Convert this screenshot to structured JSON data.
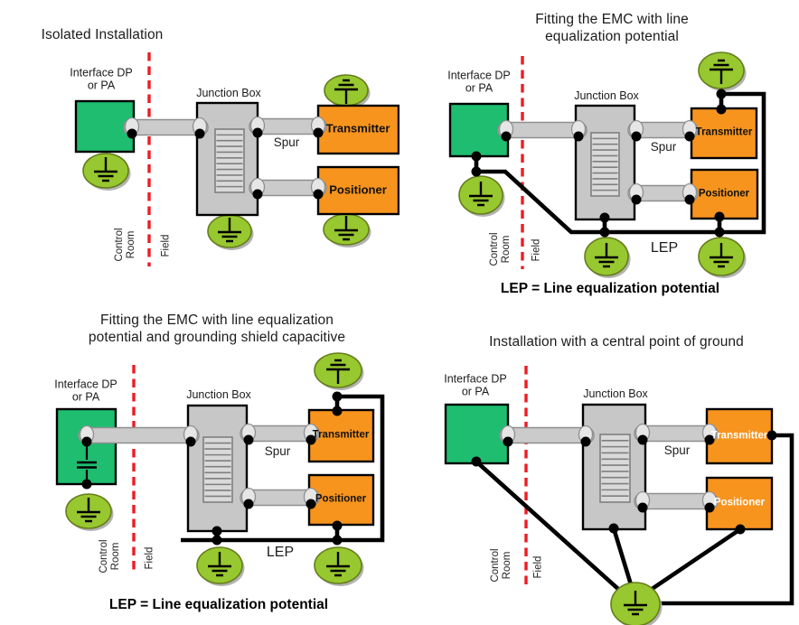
{
  "page": {
    "background": "#ffffff"
  },
  "colors": {
    "interface_box": "#1ebd70",
    "device_box": "#f7941e",
    "junction_box": "#c7c7c7",
    "terminal_strip": "#d9d9d9",
    "terminal_strip_line": "#7f7f7f",
    "cable_fill": "#cbcbcb",
    "cable_stroke": "#8f8f8f",
    "connector_fill": "#e6e6e6",
    "ground_fill": "#97c82f",
    "ground_stroke": "#667d1d",
    "ground_shadow": "#b3b3b3",
    "wire": "#000000",
    "boundary_line": "#ed1c24",
    "text": "#1c1c1c",
    "device_label_dark": "#111111",
    "device_label_light": "#ffffff"
  },
  "shared_labels": {
    "interface_line1": "Interface DP",
    "interface_line2": "or PA",
    "junction_box": "Junction Box",
    "spur": "Spur",
    "transmitter": "Transmitter",
    "positioner": "Positioner",
    "control_room_line1": "Control",
    "control_room_line2": "Room",
    "field": "Field"
  },
  "quadrants": [
    {
      "id": "isolated-installation",
      "title_lines": [
        "Isolated Installation"
      ]
    },
    {
      "id": "emc-line-equalization",
      "title_lines": [
        "Fitting the EMC with line",
        "equalization potential"
      ],
      "lep_label": "LEP",
      "caption": "LEP = Line equalization potential"
    },
    {
      "id": "emc-line-equalization-capacitive",
      "title_lines": [
        "Fitting the EMC with line equalization",
        "potential and grounding shield capacitive"
      ],
      "lep_label": "LEP",
      "caption": "LEP = Line equalization potential"
    },
    {
      "id": "central-point-of-ground",
      "title_lines": [
        "Installation with a central point of ground"
      ]
    }
  ]
}
